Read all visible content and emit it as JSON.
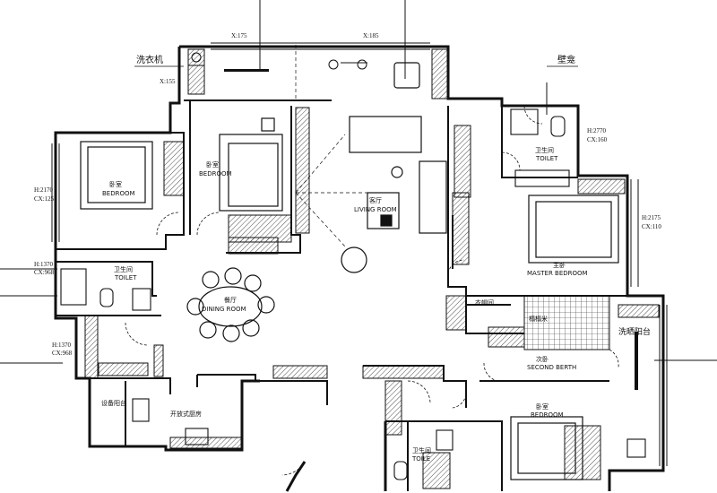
{
  "dimensions": {
    "x175": "X:175",
    "x185": "X:185",
    "x155": "X:155",
    "h2170": "H:2170",
    "cx125": "CX:125",
    "h1370a": "H:1370",
    "cx968a": "CX:968",
    "h1370b": "H:1370",
    "cx968b": "CX:968",
    "h2770": "H:2770",
    "cx160": "CX:160",
    "h2175": "H:2175",
    "cx110": "CX:110"
  },
  "rooms": {
    "laundry_machine_cn": "洗衣机",
    "wall_niche_cn": "壁龛",
    "bedroom_left_cn": "卧室",
    "bedroom_left_en": "BEDROOM",
    "bedroom_mid_cn": "卧室",
    "bedroom_mid_en": "BEDROOM",
    "living_cn": "客厅",
    "living_en": "LIVING ROOM",
    "toilet_left_cn": "卫生间",
    "toilet_left_en": "TOILET",
    "dining_cn": "餐厅",
    "dining_en": "DINING ROOM",
    "toilet_right_cn": "卫生间",
    "toilet_right_en": "TOILET",
    "master_cn": "主卧",
    "master_en": "MASTER BEDROOM",
    "wardrobe_cn": "衣帽间",
    "tatami_cn": "榻榻米",
    "second_cn": "次卧",
    "second_en": "SECOND BERTH",
    "drying_balcony_cn": "洗晒阳台",
    "equipment_balcony_cn": "设备阳台",
    "open_kitchen_cn": "开放式厨房",
    "bedroom_br_cn": "卧室",
    "bedroom_br_en": "BEDROOM",
    "toilet_bottom_cn": "卫生间",
    "toilet_bottom_en": "TOILE"
  },
  "accent": {
    "line": "#111111",
    "hatch": "#222222"
  }
}
